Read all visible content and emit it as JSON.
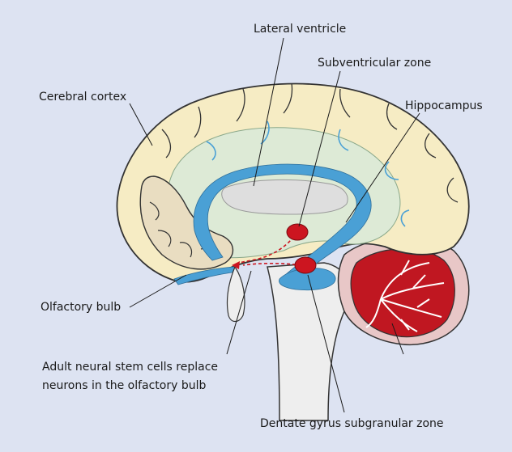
{
  "labels": {
    "lateral_ventricle": "Lateral ventricle",
    "subventricular_zone": "Subventricular zone",
    "hippocampus": "Hippocampus",
    "cerebral_cortex": "Cerebral cortex",
    "olfactory_bulb": "Olfactory bulb",
    "stem_cells_line1": "Adult neural stem cells replace",
    "stem_cells_line2": "neurons in the olfactory bulb",
    "dentate_gyrus": "Dentate gyrus subgranular zone"
  },
  "colors": {
    "background": "#dde3f2",
    "cortex": "#f6ecc4",
    "gray_layer": "#ddead6",
    "ventricle": "#dedede",
    "blue_lining": "#4aa0d5",
    "neurogenic_spot": "#cc1520",
    "cerebellum": "#c01721",
    "stem": "#eeeeee"
  }
}
